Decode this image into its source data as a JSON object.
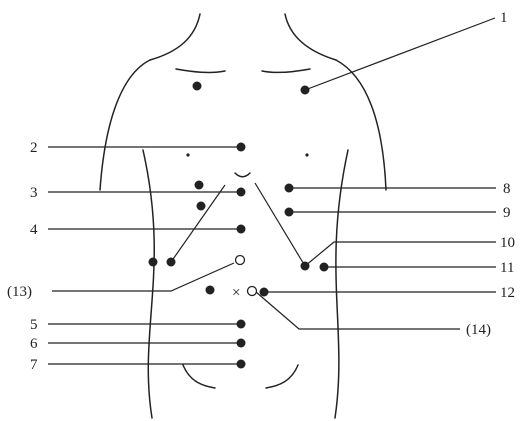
{
  "diagram": {
    "labels": {
      "l1": "1",
      "l2": "2",
      "l3": "3",
      "l4": "4",
      "l13": "(13)",
      "l5": "5",
      "l6": "6",
      "l7": "7",
      "l8": "8",
      "l9": "9",
      "l10": "10",
      "l11": "11",
      "l12": "12",
      "l14": "(14)"
    },
    "cross_mark": "×",
    "colors": {
      "ink": "#222222",
      "background": "#ffffff"
    }
  }
}
